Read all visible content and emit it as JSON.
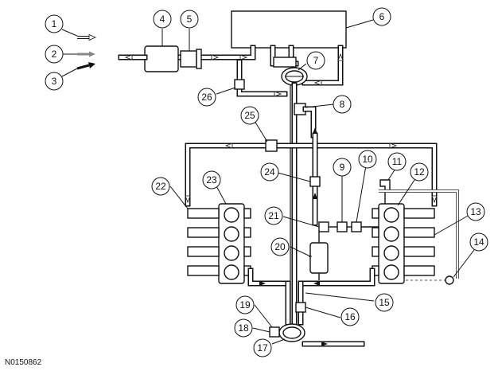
{
  "figure_code": "N0150862",
  "callouts": [
    "1",
    "2",
    "3",
    "4",
    "5",
    "6",
    "7",
    "8",
    "9",
    "10",
    "11",
    "12",
    "13",
    "14",
    "15",
    "16",
    "17",
    "18",
    "19",
    "20",
    "21",
    "22",
    "23",
    "24",
    "25",
    "26"
  ],
  "legend": [
    {
      "callout": "1",
      "arrow_style": "hollow-arrow"
    },
    {
      "callout": "2",
      "arrow_style": "gray-arrow"
    },
    {
      "callout": "3",
      "arrow_style": "solid-arrow"
    }
  ],
  "colors": {
    "line": "#111111",
    "background": "#ffffff",
    "dashed_line": "#555555"
  }
}
